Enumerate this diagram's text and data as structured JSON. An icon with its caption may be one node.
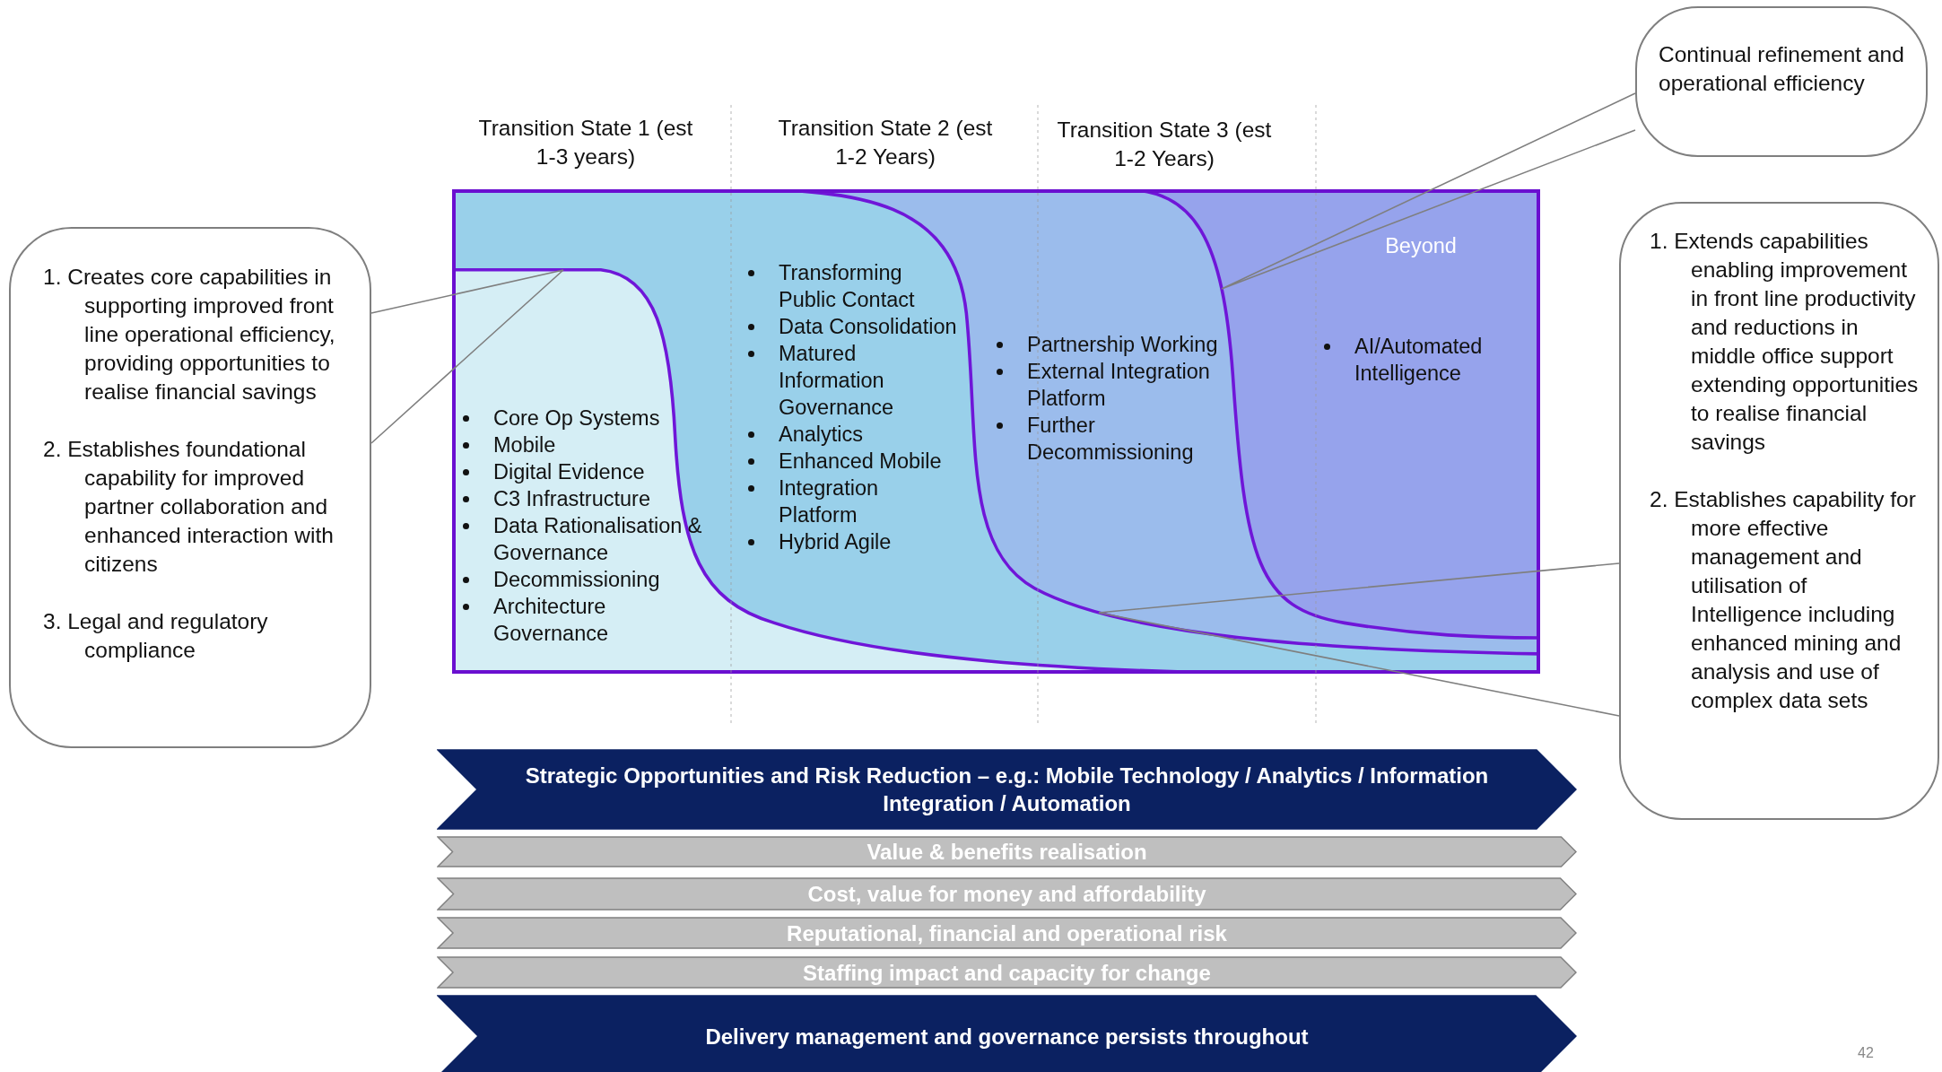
{
  "diagram": {
    "nodes": [
      {
        "text": [
          "1. Creates core capabilities in supporting improved front line operational efficiency, providing opportunities to realise financial savings",
          "2. Establishes foundational capability for improved partner collaboration and enhanced interaction with citizens",
          "3. Legal and regulatory compliance"
        ]
      },
      {
        "text": [
          "Continual refinement and operational efficiency"
        ]
      },
      {
        "text": [
          "1. Extends capabilities enabling improvement in front line productivity and reductions in middle office support extending opportunities to realise financial savings",
          "2. Establishes capability for more effective management and utilisation of Intelligence including enhanced mining and analysis and use of complex data sets"
        ]
      },
      {
        "text": [
          "Beyond",
          "AI/Automated Intelligence"
        ]
      },
      {
        "text": [
          "Partnership Working",
          "External Integration Platform",
          "Further Decommissioning"
        ],
        "in": 3
      },
      {
        "text": [
          "Transforming Public Contact",
          "Data Consolidation",
          "Matured Information Governance",
          "Analytics",
          "Enhanced Mobile",
          "Integration Platform",
          "Hybrid Agile"
        ],
        "in": 4
      },
      {
        "text": [
          "Core Op Systems",
          "Mobile",
          "Digital Evidence",
          "C3 Infrastructure",
          "Data Rationalisation & Governance",
          "Decommissioning",
          "Architecture Governance"
        ],
        "in": 5
      },
      {
        "text": [
          "Strategic Opportunities and Risk Reduction – e.g.: Mobile Technology / Analytics / Information Integration / Automation"
        ]
      },
      {
        "text": [
          "Value & benefits realisation"
        ]
      },
      {
        "text": [
          "Cost, value for money and affordability"
        ]
      },
      {
        "text": [
          "Reputational, financial and operational risk"
        ]
      },
      {
        "text": [
          "Staffing impact and capacity for change"
        ]
      },
      {
        "text": [
          "Delivery management and governance persists throughout"
        ]
      }
    ],
    "edges": [
      {
        "from": 0,
        "to": 6,
        "arrow": "none"
      },
      {
        "from": 1,
        "to": 4,
        "arrow": "none"
      },
      {
        "from": 2,
        "to": 5,
        "arrow": "none"
      }
    ],
    "labels": [
      "Transition State 1 (est 1-3 years)",
      "Transition State 2 (est 1-2 Years)",
      "Transition State 3 (est 1-2 Years)",
      "42"
    ]
  }
}
